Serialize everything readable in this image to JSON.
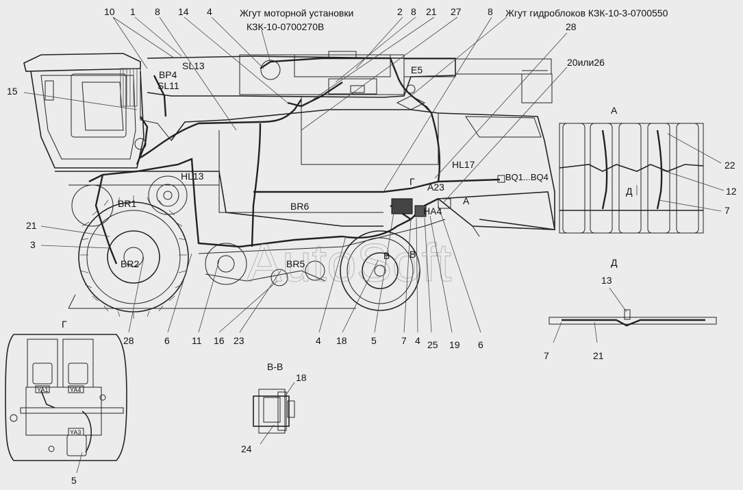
{
  "harness_labels": {
    "engine_harness_line1": "Жгут моторной установки",
    "engine_harness_line2": "КЗК-10-0700270В",
    "hydro_harness": "Жгут гидроблоков КЗК-10-3-0700550"
  },
  "top_callouts": [
    "10",
    "1",
    "8",
    "14",
    "4",
    "2",
    "8",
    "21",
    "27",
    "8"
  ],
  "right_callouts": [
    "28",
    "20или26"
  ],
  "left_callouts": [
    "15",
    "21",
    "3"
  ],
  "bottom_callouts": [
    "28",
    "6",
    "11",
    "16",
    "23",
    "4",
    "18",
    "5",
    "7",
    "4",
    "25",
    "19",
    "6"
  ],
  "components": {
    "bp4": "BP4",
    "sl13": "SL13",
    "sl11": "SL11",
    "e5": "E5",
    "hl13": "HL13",
    "hl17": "HL17",
    "br1": "BR1",
    "br2": "BR2",
    "br5": "BR5",
    "br6": "BR6",
    "a23": "A23",
    "ha4": "HA4",
    "bq": "BQ1...BQ4",
    "b1": "B",
    "b2": "B",
    "g": "Г",
    "a": "А"
  },
  "view_a": {
    "title": "А",
    "d_arrow": "Д",
    "callouts": [
      "22",
      "12",
      "7"
    ]
  },
  "view_d": {
    "title": "Д",
    "callouts": [
      "13",
      "7",
      "21"
    ]
  },
  "view_g": {
    "title": "Г",
    "valves": [
      "YA1",
      "YA4",
      "YA3"
    ],
    "callout": "5"
  },
  "view_vv": {
    "title": "В-В",
    "callouts": [
      "18",
      "24"
    ]
  },
  "watermark": "AutoSoft"
}
